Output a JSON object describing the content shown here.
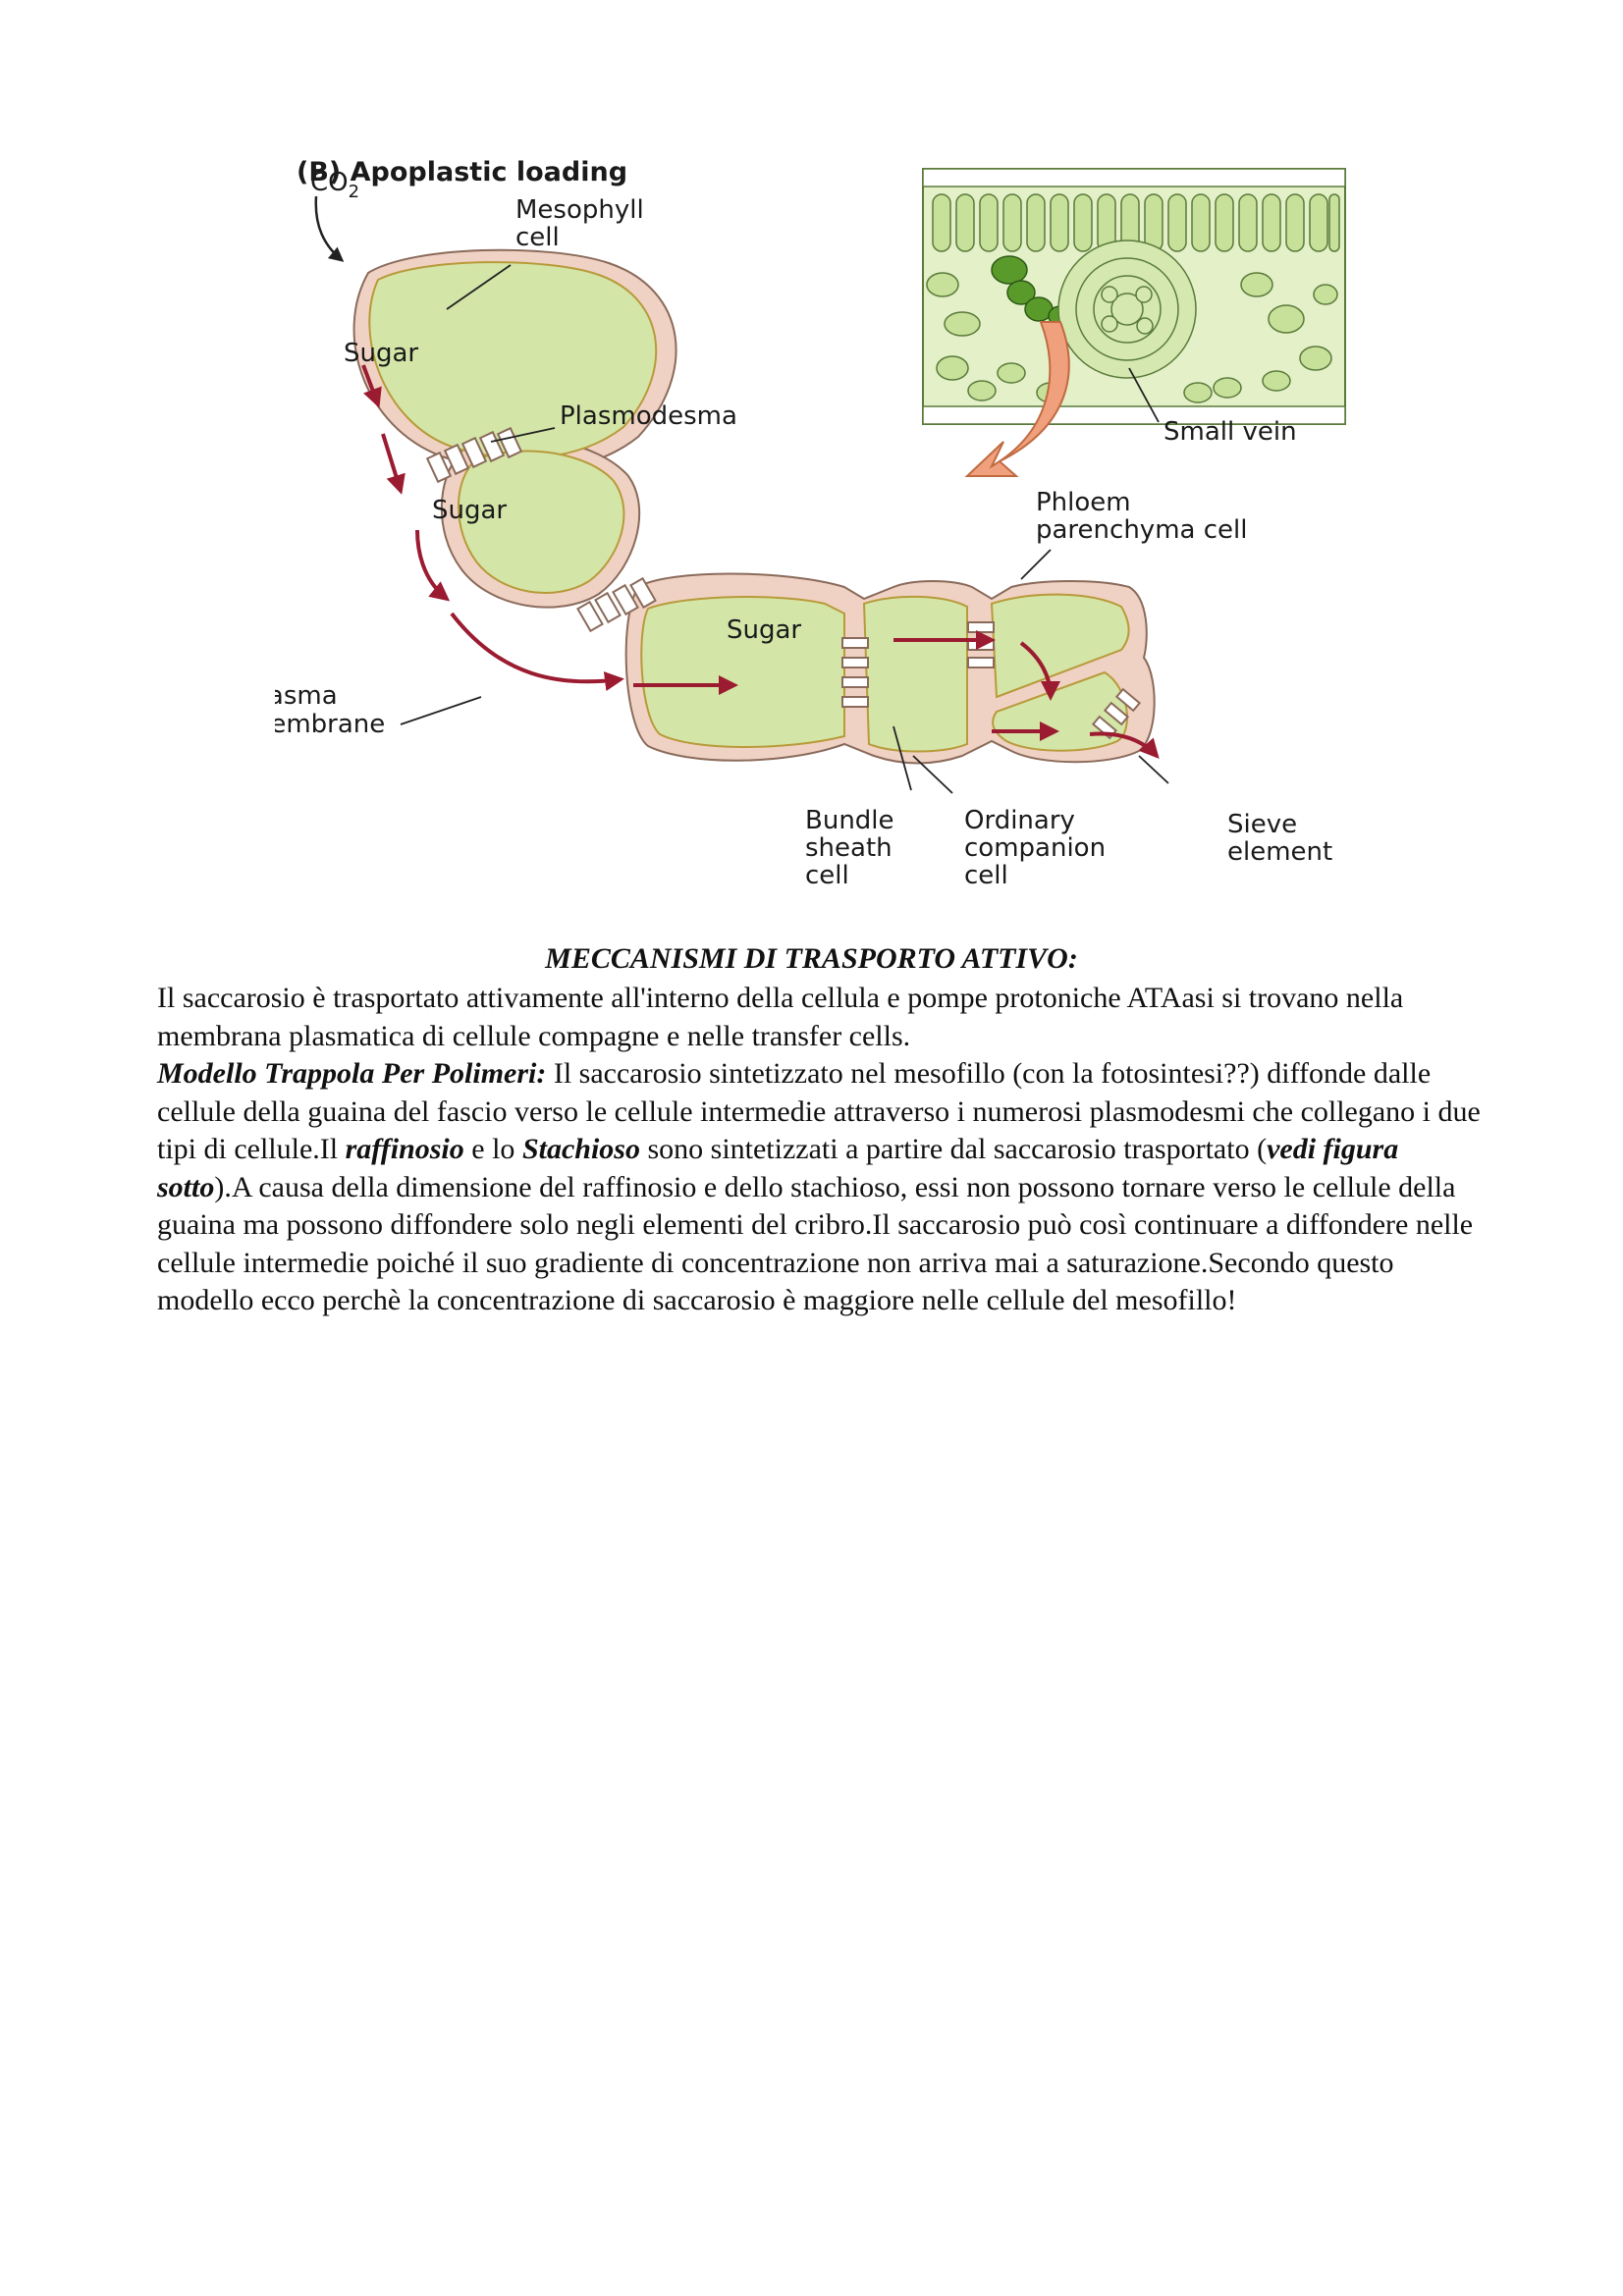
{
  "figure": {
    "title": "(B)  Apoplastic loading",
    "labels": {
      "co2": "CO",
      "co2_sub": "2",
      "mesophyll_cell_1": "Mesophyll",
      "mesophyll_cell_2": "cell",
      "sugar_1": "Sugar",
      "sugar_2": "Sugar",
      "sugar_3": "Sugar",
      "plasmodesma": "Plasmodesma",
      "small_vein": "Small vein",
      "phloem_1": "Phloem",
      "phloem_2": "parenchyma cell",
      "plasma_1": "Plasma",
      "plasma_2": "membrane",
      "bundle_1": "Bundle",
      "bundle_2": "sheath",
      "bundle_3": "cell",
      "companion_1": "Ordinary",
      "companion_2": "companion",
      "companion_3": "cell",
      "sieve_1": "Sieve",
      "sieve_2": "element"
    },
    "colors": {
      "cell_fill": "#d4e5a8",
      "cell_wall": "#f0d2c4",
      "arrow": "#9b1b30",
      "big_arrow": "#f0a07c",
      "dark_green": "#5a9a2a"
    }
  },
  "document": {
    "heading": "MECCANISMI DI TRASPORTO ATTIVO:",
    "para1": "Il saccarosio è trasportato attivamente all'interno della cellula e pompe protoniche ATAasi si trovano nella membrana plasmatica di cellule compagne e nelle transfer cells.",
    "model_label": "Modello Trappola Per Polimeri:",
    "p2a": " Il saccarosio sintetizzato nel mesofillo (con la fotosintesi??) diffonde dalle cellule della guaina del fascio verso le cellule intermedie attraverso i numerosi plasmodesmi che collegano i due tipi di cellule.Il ",
    "raffinosio": "raffinosio",
    "p2b": " e lo ",
    "stachioso": "Stachioso",
    "p2c": " sono sintetizzati a partire dal saccarosio trasportato (",
    "vedi": "vedi figura sotto",
    "p2d": ").A causa della dimensione del raffinosio e dello stachioso, essi non possono tornare verso le cellule della guaina ma possono diffondere solo negli elementi del cribro.Il saccarosio può così continuare a diffondere nelle cellule intermedie poiché il suo gradiente di concentrazione non arriva mai a saturazione.Secondo questo modello ecco perchè la concentrazione di saccarosio è maggiore nelle cellule del mesofillo!"
  }
}
